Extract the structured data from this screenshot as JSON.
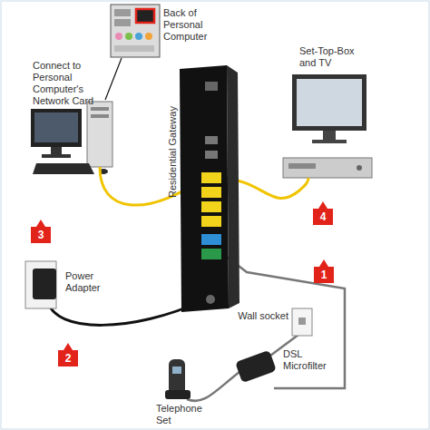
{
  "diagram": {
    "labels": [
      "Back of Personal Computer",
      "Connect to Personal Computer's Network Card",
      "Set-Top-Box and TV",
      "Residential Gateway",
      "3",
      "4",
      "1",
      "Power Adapter",
      "2",
      "Wall socket",
      "DSL Microfilter",
      "Telephone Set"
    ]
  }
}
